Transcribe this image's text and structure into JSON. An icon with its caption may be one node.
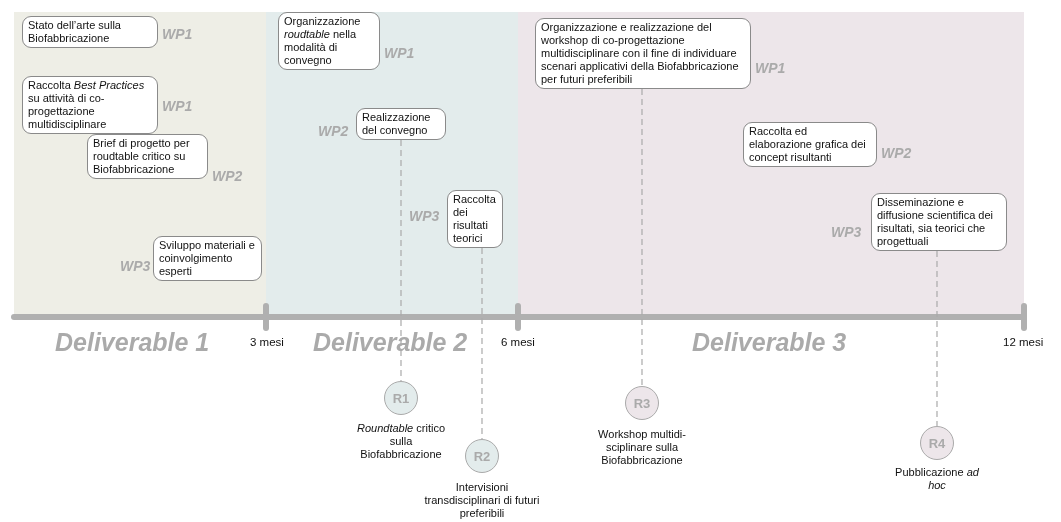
{
  "diagram": {
    "nodes": [
      {
        "text": [
          "Stato dell’arte sulla Biofabbricazione"
        ],
        "beside": [
          "WP1"
        ]
      },
      {
        "text": [
          "Raccolta *Best Practices* su attività di co-progettazione multidisciplinare"
        ],
        "beside": [
          "WP1"
        ]
      },
      {
        "text": [
          "Brief di progetto per roudtable critico su Biofabbricazione"
        ],
        "beside": [
          "WP2"
        ]
      },
      {
        "text": [
          "Sviluppo materiali e coinvolgimento esperti"
        ],
        "beside": [
          "WP3"
        ]
      },
      {
        "text": [
          "Organizzazione *roudtable* nella modalità di convegno"
        ],
        "beside": [
          "WP1"
        ]
      },
      {
        "text": [
          "Realizzazione del convegno"
        ],
        "beside": [
          "WP2"
        ]
      },
      {
        "text": [
          "Raccolta dei risultati teorici"
        ],
        "beside": [
          "WP3"
        ]
      },
      {
        "text": [
          "Organizzazione e realizzazione del workshop di co-progettazione multidisciplinare con il fine di individuare scenari applicativi della Biofabbricazione per futuri preferibili"
        ],
        "beside": [
          "WP1"
        ]
      },
      {
        "text": [
          "Raccolta ed elaborazione grafica dei concept risultanti"
        ],
        "beside": [
          "WP2"
        ]
      },
      {
        "text": [
          "Disseminazione e diffusione scientifica dei risultati, sia teorici che progettuali"
        ],
        "beside": [
          "WP3"
        ]
      },
      {
        "text": [
          "R1"
        ],
        "beside": [
          "*Roundtable* critico sulla Biofabbricazione"
        ]
      },
      {
        "text": [
          "R2"
        ],
        "beside": [
          "Intervisioni transdisciplinari di futuri preferibili"
        ]
      },
      {
        "text": [
          "R3"
        ],
        "beside": [
          "Workshop multidi- sciplinare sulla Biofabbricazione"
        ]
      },
      {
        "text": [
          "R4"
        ],
        "beside": [
          "Pubblicazione *ad hoc*"
        ]
      }
    ],
    "edges": [
      {
        "from": 5,
        "to": 10,
        "arrow": "none",
        "style": "dashed"
      },
      {
        "from": 6,
        "to": 11,
        "arrow": "none",
        "style": "dashed"
      },
      {
        "from": 7,
        "to": 12,
        "arrow": "none",
        "style": "dashed"
      },
      {
        "from": 9,
        "to": 13,
        "arrow": "none",
        "style": "dashed"
      }
    ],
    "labels": [
      "Deliverable 1",
      "3 mesi",
      "Deliverable 2",
      "6 mesi",
      "Deliverable 3",
      "12 mesi"
    ]
  }
}
